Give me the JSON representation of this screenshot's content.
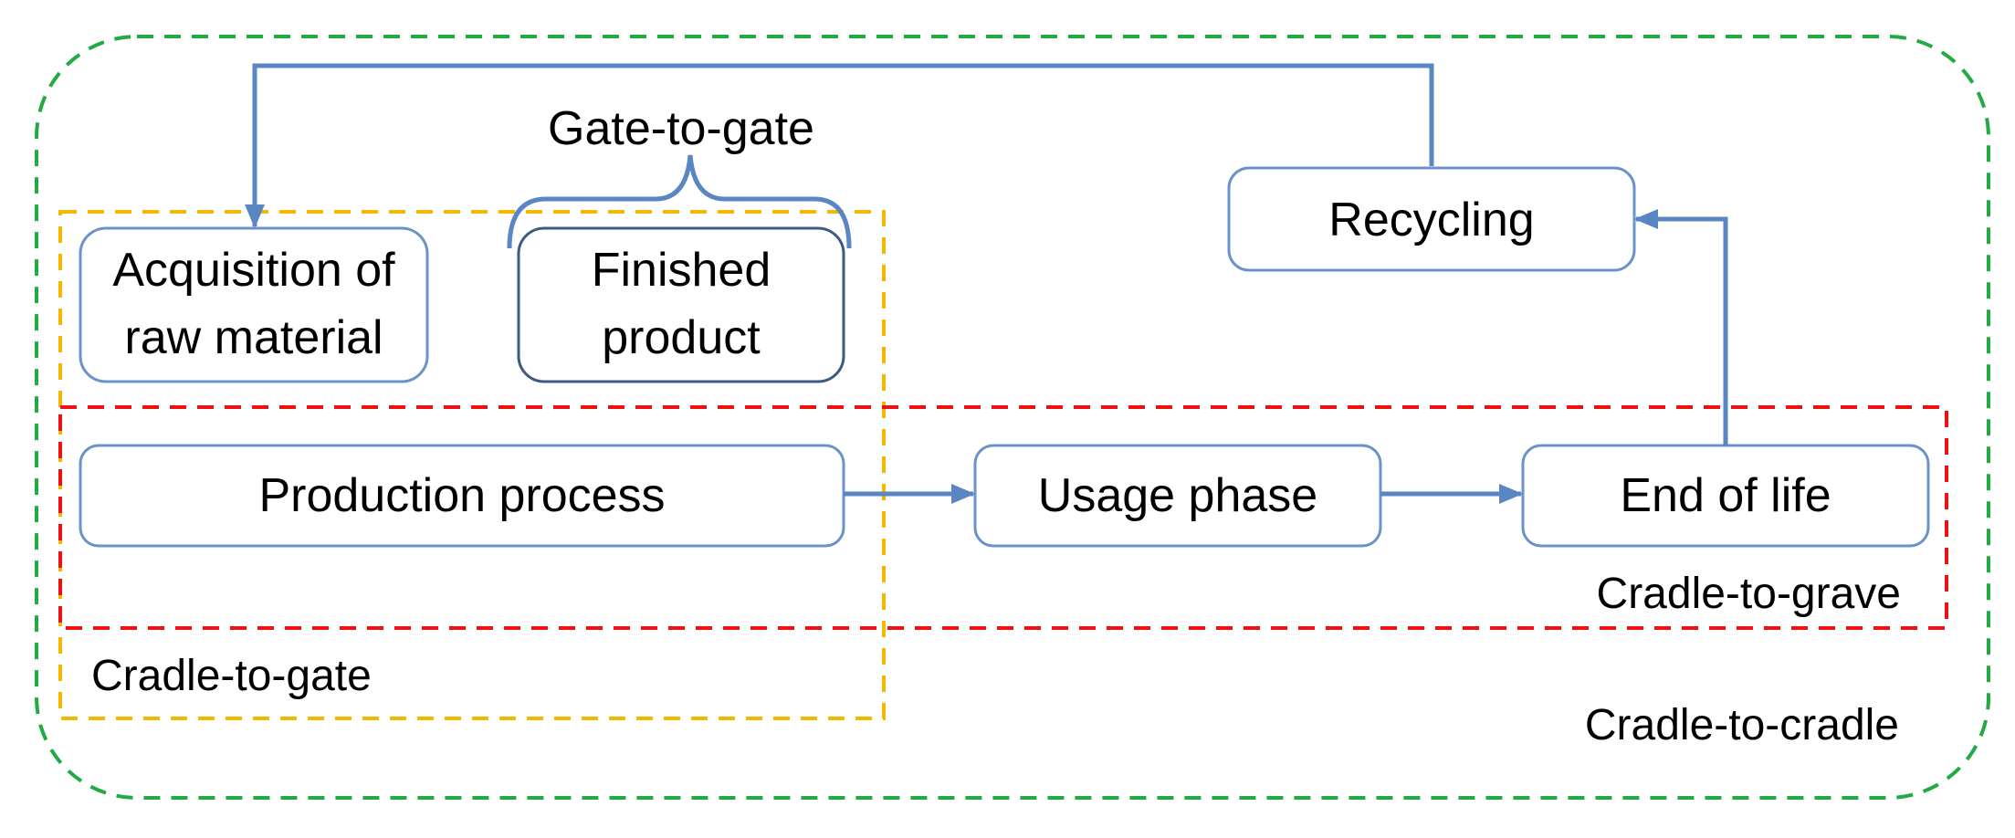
{
  "colors": {
    "cradle_to_cradle_border": "#22aa44",
    "cradle_to_gate_border": "#f5b800",
    "cradle_to_grave_border": "#ee1111",
    "box_border": "#6b93c8",
    "finished_product_border": "#3f5a80",
    "arrow": "#5b86c4",
    "text": "#000000"
  },
  "regions": {
    "gate_to_gate": "Gate-to-gate",
    "cradle_to_gate": "Cradle-to-gate",
    "cradle_to_grave": "Cradle-to-grave",
    "cradle_to_cradle": "Cradle-to-cradle"
  },
  "nodes": {
    "acquisition": [
      "Acquisition of",
      "raw material"
    ],
    "finished_product": [
      "Finished",
      "product"
    ],
    "recycling": "Recycling",
    "production": "Production process",
    "usage": "Usage phase",
    "end_of_life": "End of life"
  }
}
